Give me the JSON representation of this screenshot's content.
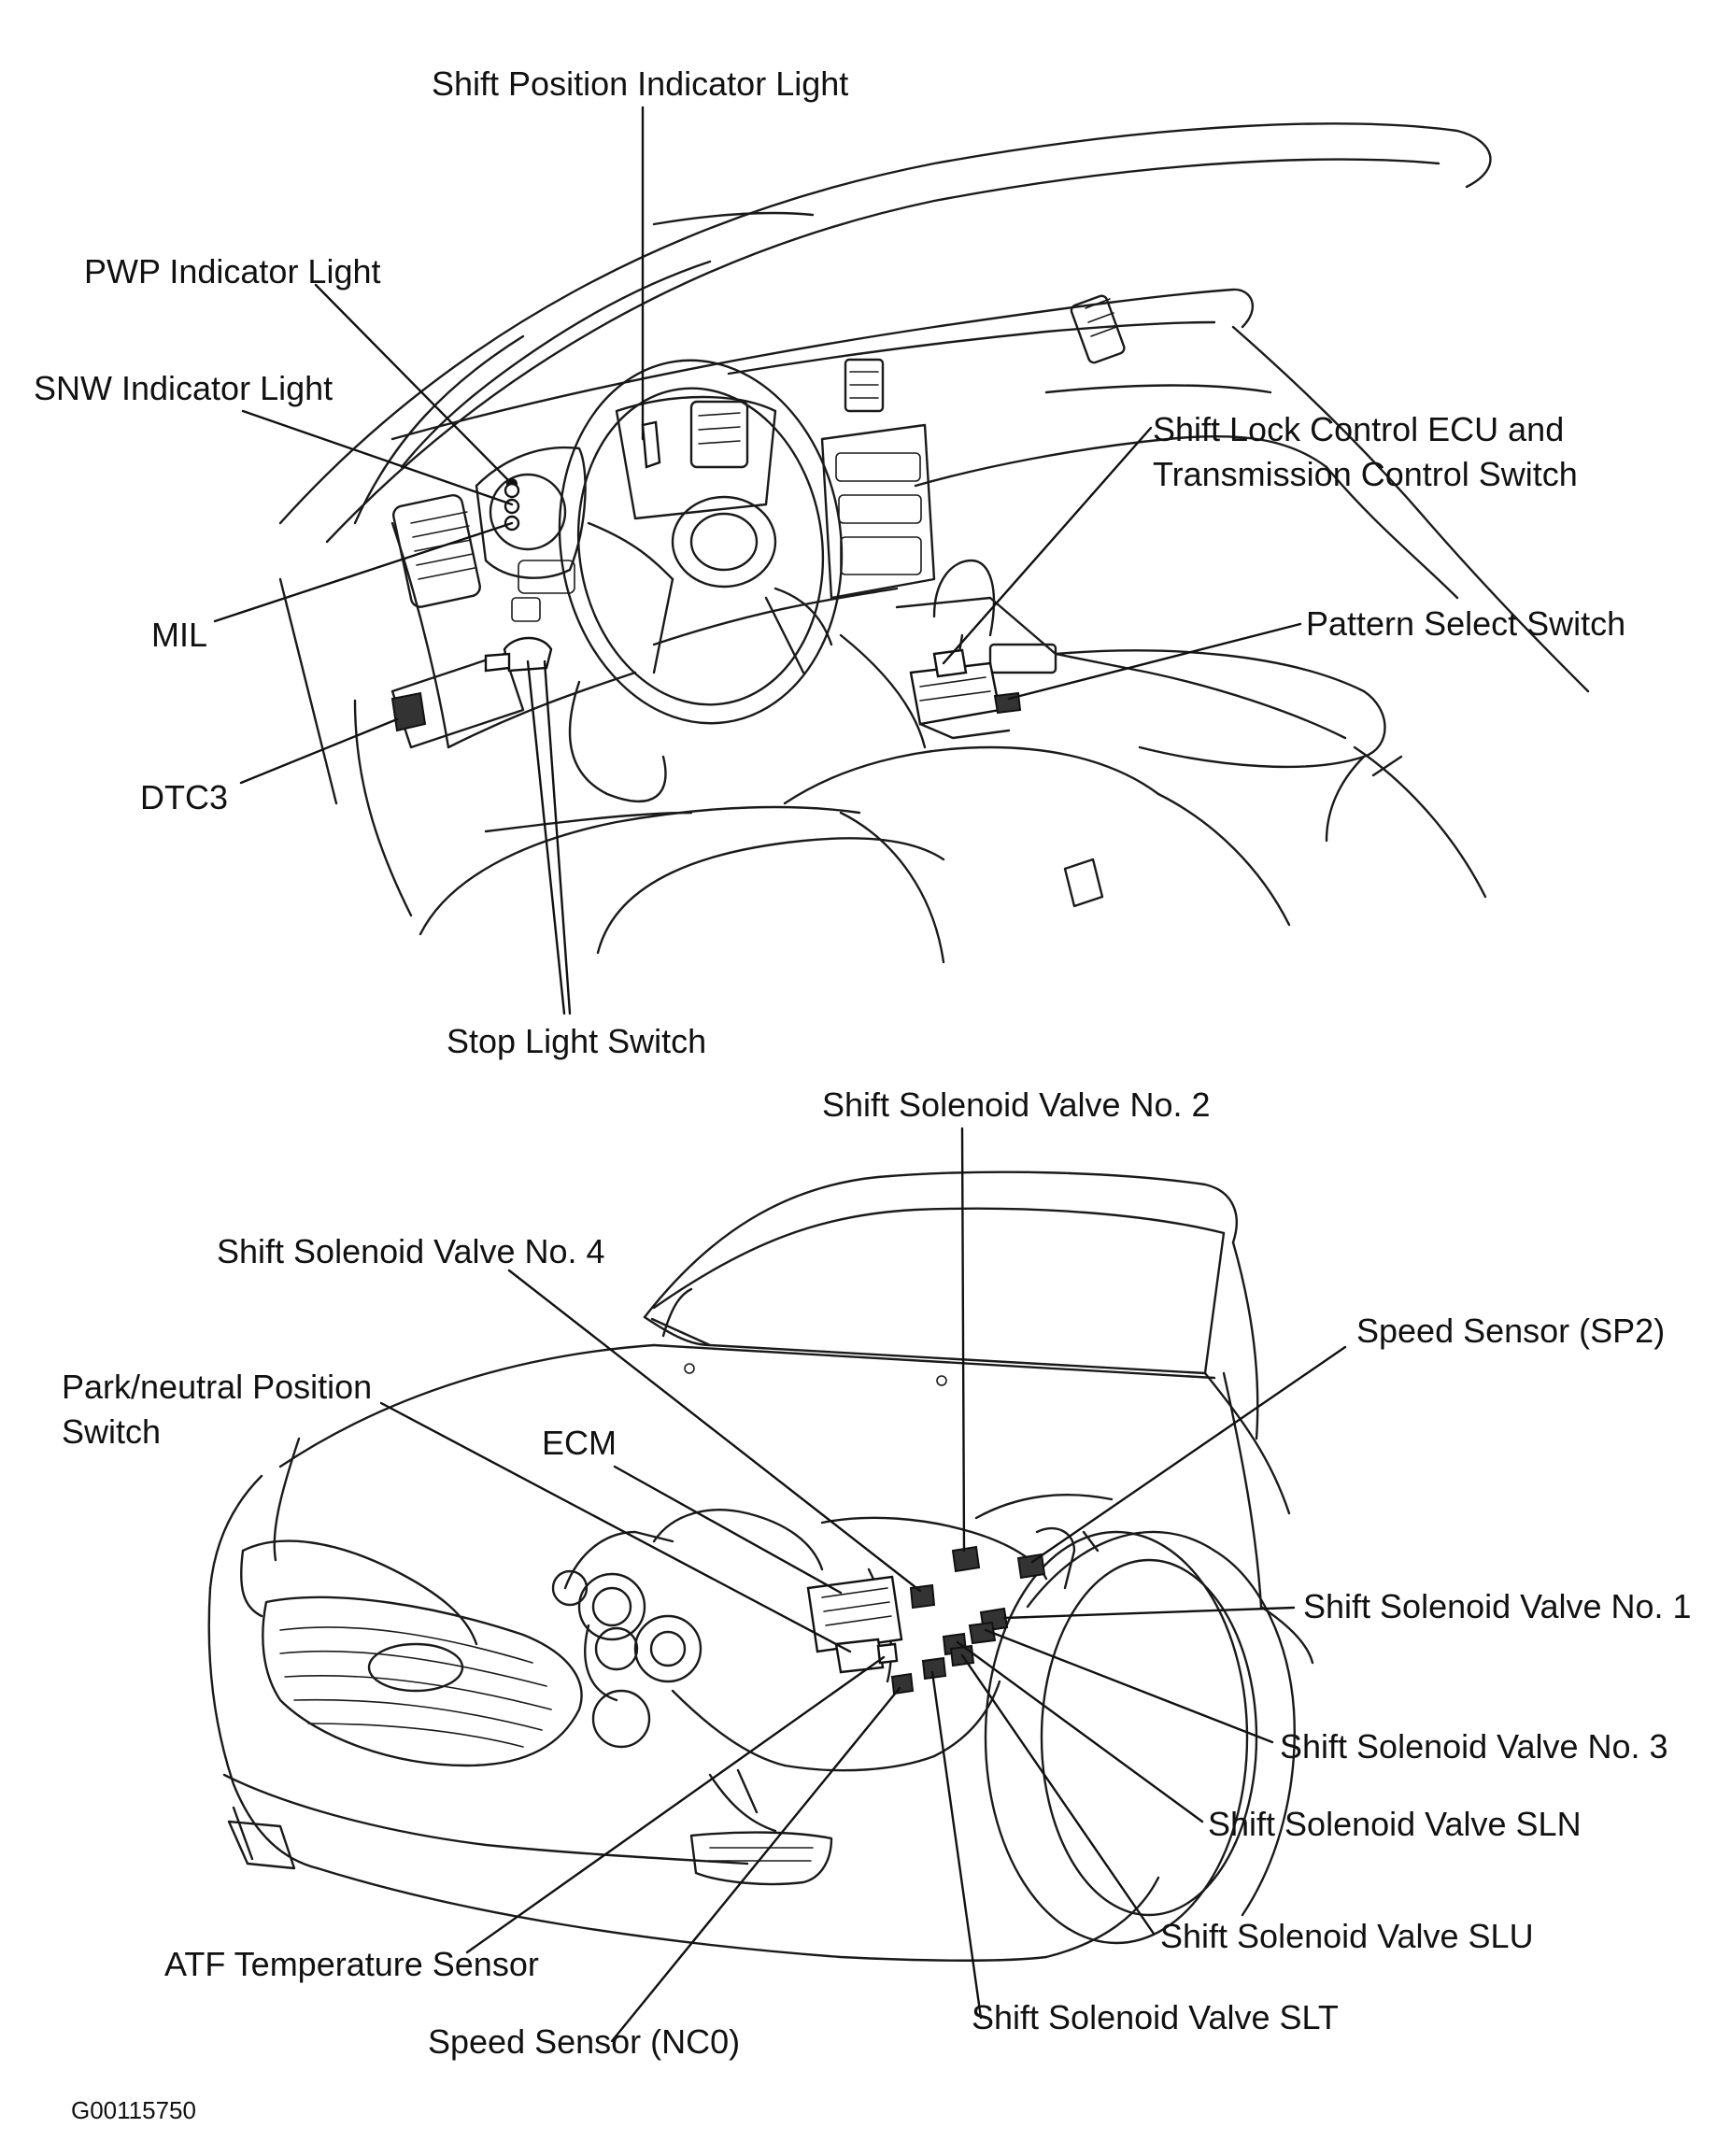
{
  "figure_id": "G00115750",
  "interior_view": {
    "labels": {
      "shift_position_indicator_light": "Shift Position Indicator Light",
      "pwp_indicator_light": "PWP Indicator Light",
      "snw_indicator_light": "SNW Indicator Light",
      "mil": "MIL",
      "dtc3": "DTC3",
      "stop_light_switch": "Stop Light Switch",
      "shift_lock_ecu_line1": "Shift Lock Control ECU and",
      "shift_lock_ecu_line2": "Transmission Control Switch",
      "pattern_select_switch": "Pattern Select Switch"
    }
  },
  "engine_view": {
    "labels": {
      "shift_solenoid_no2": "Shift Solenoid Valve No. 2",
      "shift_solenoid_no4": "Shift Solenoid Valve No. 4",
      "speed_sensor_sp2": "Speed Sensor (SP2)",
      "park_neutral_line1": "Park/neutral Position",
      "park_neutral_line2": "Switch",
      "ecm": "ECM",
      "shift_solenoid_no1": "Shift Solenoid Valve No. 1",
      "shift_solenoid_no3": "Shift Solenoid Valve No. 3",
      "shift_solenoid_sln": "Shift Solenoid Valve SLN",
      "shift_solenoid_slu": "Shift Solenoid Valve SLU",
      "atf_temperature_sensor": "ATF Temperature Sensor",
      "shift_solenoid_slt": "Shift Solenoid Valve SLT",
      "speed_sensor_nc0": "Speed Sensor (NC0)"
    }
  }
}
